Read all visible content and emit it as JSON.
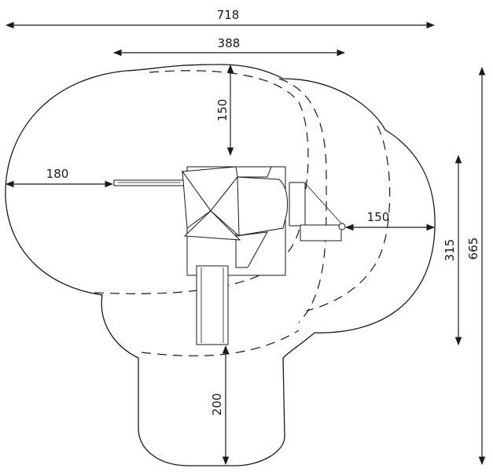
{
  "diagram": {
    "dimensions": {
      "total_width": "718",
      "inner_width": "388",
      "top_depth": "150",
      "left_depth": "180",
      "right_depth": "150",
      "right_height": "315",
      "total_height": "665",
      "bottom_depth": "200"
    }
  }
}
